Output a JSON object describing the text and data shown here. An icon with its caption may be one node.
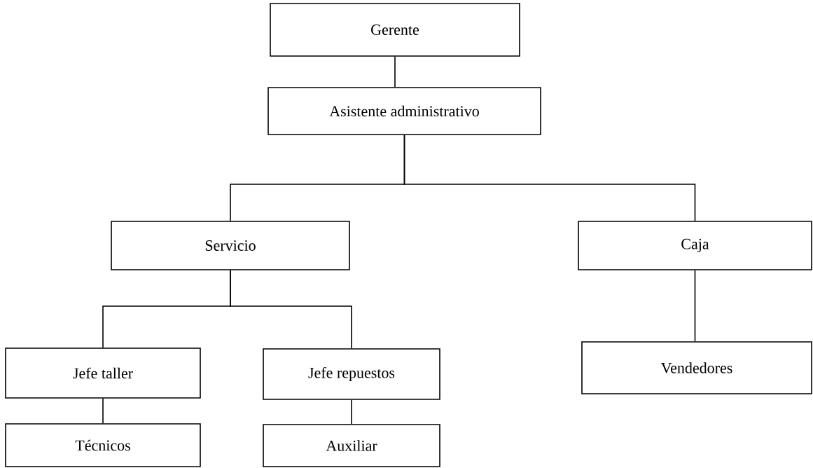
{
  "diagram": {
    "nodes": [
      {
        "text": [
          "Gerente"
        ]
      },
      {
        "text": [
          "Asistente administrativo"
        ]
      },
      {
        "text": [
          "Servicio"
        ]
      },
      {
        "text": [
          "Caja"
        ]
      },
      {
        "text": [
          "Jefe taller"
        ]
      },
      {
        "text": [
          "Jefe repuestos"
        ]
      },
      {
        "text": [
          "Vendedores"
        ]
      },
      {
        "text": [
          "Técnicos"
        ]
      },
      {
        "text": [
          "Auxiliar"
        ]
      }
    ],
    "edges": [
      {
        "from": 0,
        "to": 1,
        "arrow": "none"
      },
      {
        "from": 1,
        "to": 2,
        "arrow": "none"
      },
      {
        "from": 1,
        "to": 3,
        "arrow": "none"
      },
      {
        "from": 2,
        "to": 4,
        "arrow": "none"
      },
      {
        "from": 2,
        "to": 5,
        "arrow": "none"
      },
      {
        "from": 3,
        "to": 6,
        "arrow": "none"
      },
      {
        "from": 4,
        "to": 7,
        "arrow": "none"
      },
      {
        "from": 5,
        "to": 8,
        "arrow": "none"
      }
    ]
  }
}
